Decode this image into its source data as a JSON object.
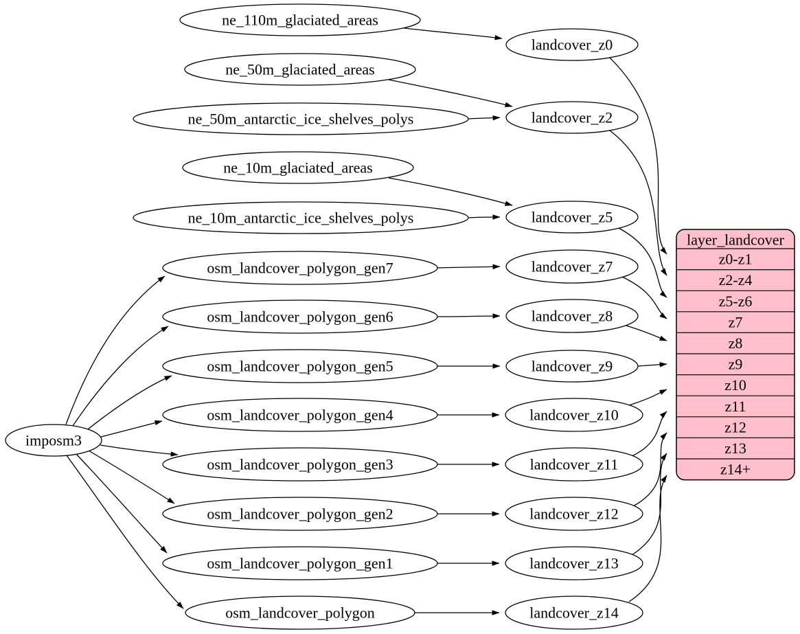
{
  "colors": {
    "record_fill": "#ffc0cb",
    "node_fill": "#ffffff",
    "stroke": "#000000",
    "background": "#ffffff"
  },
  "nodes": [
    {
      "id": "imposm3",
      "label": "imposm3"
    },
    {
      "id": "ne_110m_glaciated_areas",
      "label": "ne_110m_glaciated_areas"
    },
    {
      "id": "ne_50m_glaciated_areas",
      "label": "ne_50m_glaciated_areas"
    },
    {
      "id": "ne_50m_antarctic_ice_shelves_polys",
      "label": "ne_50m_antarctic_ice_shelves_polys"
    },
    {
      "id": "ne_10m_glaciated_areas",
      "label": "ne_10m_glaciated_areas"
    },
    {
      "id": "ne_10m_antarctic_ice_shelves_polys",
      "label": "ne_10m_antarctic_ice_shelves_polys"
    },
    {
      "id": "osm_landcover_polygon_gen7",
      "label": "osm_landcover_polygon_gen7"
    },
    {
      "id": "osm_landcover_polygon_gen6",
      "label": "osm_landcover_polygon_gen6"
    },
    {
      "id": "osm_landcover_polygon_gen5",
      "label": "osm_landcover_polygon_gen5"
    },
    {
      "id": "osm_landcover_polygon_gen4",
      "label": "osm_landcover_polygon_gen4"
    },
    {
      "id": "osm_landcover_polygon_gen3",
      "label": "osm_landcover_polygon_gen3"
    },
    {
      "id": "osm_landcover_polygon_gen2",
      "label": "osm_landcover_polygon_gen2"
    },
    {
      "id": "osm_landcover_polygon_gen1",
      "label": "osm_landcover_polygon_gen1"
    },
    {
      "id": "osm_landcover_polygon",
      "label": "osm_landcover_polygon"
    },
    {
      "id": "landcover_z0",
      "label": "landcover_z0"
    },
    {
      "id": "landcover_z2",
      "label": "landcover_z2"
    },
    {
      "id": "landcover_z5",
      "label": "landcover_z5"
    },
    {
      "id": "landcover_z7",
      "label": "landcover_z7"
    },
    {
      "id": "landcover_z8",
      "label": "landcover_z8"
    },
    {
      "id": "landcover_z9",
      "label": "landcover_z9"
    },
    {
      "id": "landcover_z10",
      "label": "landcover_z10"
    },
    {
      "id": "landcover_z11",
      "label": "landcover_z11"
    },
    {
      "id": "landcover_z12",
      "label": "landcover_z12"
    },
    {
      "id": "landcover_z13",
      "label": "landcover_z13"
    },
    {
      "id": "landcover_z14",
      "label": "landcover_z14"
    }
  ],
  "record": {
    "id": "layer_landcover",
    "title": "layer_landcover",
    "rows": [
      "z0-z1",
      "z2-z4",
      "z5-z6",
      "z7",
      "z8",
      "z9",
      "z10",
      "z11",
      "z12",
      "z13",
      "z14+"
    ]
  },
  "edges": [
    {
      "from": "ne_110m_glaciated_areas",
      "to": "landcover_z0"
    },
    {
      "from": "ne_50m_glaciated_areas",
      "to": "landcover_z2"
    },
    {
      "from": "ne_50m_antarctic_ice_shelves_polys",
      "to": "landcover_z2"
    },
    {
      "from": "ne_10m_glaciated_areas",
      "to": "landcover_z5"
    },
    {
      "from": "ne_10m_antarctic_ice_shelves_polys",
      "to": "landcover_z5"
    },
    {
      "from": "imposm3",
      "to": "osm_landcover_polygon_gen7"
    },
    {
      "from": "imposm3",
      "to": "osm_landcover_polygon_gen6"
    },
    {
      "from": "imposm3",
      "to": "osm_landcover_polygon_gen5"
    },
    {
      "from": "imposm3",
      "to": "osm_landcover_polygon_gen4"
    },
    {
      "from": "imposm3",
      "to": "osm_landcover_polygon_gen3"
    },
    {
      "from": "imposm3",
      "to": "osm_landcover_polygon_gen2"
    },
    {
      "from": "imposm3",
      "to": "osm_landcover_polygon_gen1"
    },
    {
      "from": "imposm3",
      "to": "osm_landcover_polygon"
    },
    {
      "from": "osm_landcover_polygon_gen7",
      "to": "landcover_z7"
    },
    {
      "from": "osm_landcover_polygon_gen6",
      "to": "landcover_z8"
    },
    {
      "from": "osm_landcover_polygon_gen5",
      "to": "landcover_z9"
    },
    {
      "from": "osm_landcover_polygon_gen4",
      "to": "landcover_z10"
    },
    {
      "from": "osm_landcover_polygon_gen3",
      "to": "landcover_z11"
    },
    {
      "from": "osm_landcover_polygon_gen2",
      "to": "landcover_z12"
    },
    {
      "from": "osm_landcover_polygon_gen1",
      "to": "landcover_z13"
    },
    {
      "from": "osm_landcover_polygon",
      "to": "landcover_z14"
    },
    {
      "from": "landcover_z0",
      "to": "layer_landcover",
      "to_row": "z0-z1"
    },
    {
      "from": "landcover_z2",
      "to": "layer_landcover",
      "to_row": "z2-z4"
    },
    {
      "from": "landcover_z5",
      "to": "layer_landcover",
      "to_row": "z5-z6"
    },
    {
      "from": "landcover_z7",
      "to": "layer_landcover",
      "to_row": "z7"
    },
    {
      "from": "landcover_z8",
      "to": "layer_landcover",
      "to_row": "z8"
    },
    {
      "from": "landcover_z9",
      "to": "layer_landcover",
      "to_row": "z9"
    },
    {
      "from": "landcover_z10",
      "to": "layer_landcover",
      "to_row": "z10"
    },
    {
      "from": "landcover_z11",
      "to": "layer_landcover",
      "to_row": "z11"
    },
    {
      "from": "landcover_z12",
      "to": "layer_landcover",
      "to_row": "z12"
    },
    {
      "from": "landcover_z13",
      "to": "layer_landcover",
      "to_row": "z13"
    },
    {
      "from": "landcover_z14",
      "to": "layer_landcover",
      "to_row": "z14+"
    }
  ]
}
